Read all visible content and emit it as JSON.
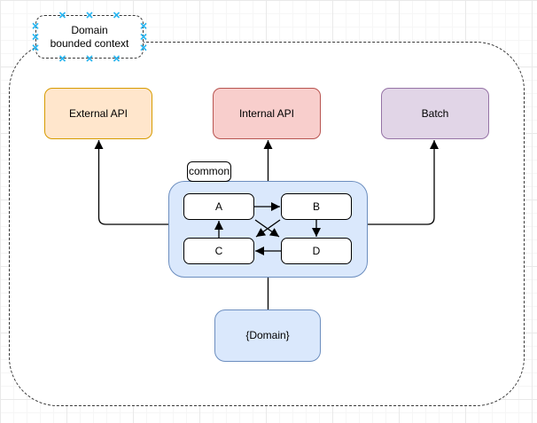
{
  "canvas": {
    "background": "grid",
    "grid_minor_color": "#f6f6f6",
    "grid_major_color": "#e9e9e9"
  },
  "bounded_context": {
    "label_line1": "Domain",
    "label_line2": "bounded context",
    "border_style": "dashed-rounded",
    "connection_point_color": "#29b6f2"
  },
  "nodes": {
    "external_api": {
      "label": "External API",
      "fill": "#FFE6CC",
      "stroke": "#D79B00"
    },
    "internal_api": {
      "label": "Internal API",
      "fill": "#F8CECC",
      "stroke": "#B85450"
    },
    "batch": {
      "label": "Batch",
      "fill": "#E1D5E7",
      "stroke": "#9673A6"
    },
    "common_group": {
      "label": "common",
      "group_fill": "#DAE8FC",
      "group_stroke": "#6C8EBF",
      "label_fill": "#FFFFFF"
    },
    "module_a": {
      "label": "A"
    },
    "module_b": {
      "label": "B"
    },
    "module_c": {
      "label": "C"
    },
    "module_d": {
      "label": "D"
    },
    "domain": {
      "label": "{Domain}",
      "fill": "#DAE8FC",
      "stroke": "#6C8EBF"
    }
  },
  "edges": [
    {
      "from": "common_group",
      "to": "external_api",
      "arrow": "end"
    },
    {
      "from": "common_group",
      "to": "internal_api",
      "arrow": "end"
    },
    {
      "from": "common_group",
      "to": "batch",
      "arrow": "end"
    },
    {
      "from": "common_group",
      "to": "domain",
      "arrow": "none"
    },
    {
      "from": "module_a",
      "to": "module_b",
      "arrow": "end"
    },
    {
      "from": "module_b",
      "to": "module_d",
      "arrow": "end"
    },
    {
      "from": "module_d",
      "to": "module_c",
      "arrow": "end"
    },
    {
      "from": "module_c",
      "to": "module_a",
      "arrow": "end"
    },
    {
      "from": "module_a",
      "to": "module_d",
      "arrow": "end"
    },
    {
      "from": "module_b",
      "to": "module_c",
      "arrow": "end"
    }
  ]
}
